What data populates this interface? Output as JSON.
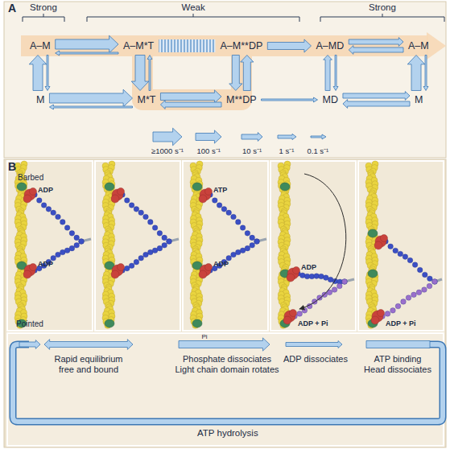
{
  "diagram": {
    "nodes": [
      {
        "text": [
          "A–M"
        ]
      },
      {
        "text": [
          "A–M*T"
        ]
      },
      {
        "text": [
          "A–M**DP"
        ]
      },
      {
        "text": [
          "A–MD"
        ]
      },
      {
        "text": [
          "A–M"
        ]
      },
      {
        "text": [
          "M"
        ]
      },
      {
        "text": [
          "M*T"
        ]
      },
      {
        "text": [
          "M**DP"
        ]
      },
      {
        "text": [
          "MD"
        ]
      },
      {
        "text": [
          "M"
        ]
      }
    ],
    "edges": [
      {
        "from": 0,
        "to": 1,
        "arrow": "to"
      },
      {
        "from": 1,
        "to": 0,
        "arrow": "to"
      },
      {
        "from": 1,
        "to": 2,
        "arrow": "none"
      },
      {
        "from": 2,
        "to": 3,
        "arrow": "to"
      },
      {
        "from": 3,
        "to": 4,
        "arrow": "to"
      },
      {
        "from": 4,
        "to": 3,
        "arrow": "to"
      },
      {
        "from": 5,
        "to": 0,
        "arrow": "to"
      },
      {
        "from": 0,
        "to": 5,
        "arrow": "to"
      },
      {
        "from": 1,
        "to": 6,
        "arrow": "to"
      },
      {
        "from": 6,
        "to": 1,
        "arrow": "to"
      },
      {
        "from": 2,
        "to": 7,
        "arrow": "to"
      },
      {
        "from": 7,
        "to": 2,
        "arrow": "to"
      },
      {
        "from": 8,
        "to": 3,
        "arrow": "to"
      },
      {
        "from": 3,
        "to": 8,
        "arrow": "to"
      },
      {
        "from": 9,
        "to": 4,
        "arrow": "to"
      },
      {
        "from": 4,
        "to": 9,
        "arrow": "to"
      },
      {
        "from": 5,
        "to": 6,
        "arrow": "to"
      },
      {
        "from": 6,
        "to": 5,
        "arrow": "to"
      },
      {
        "from": 6,
        "to": 7,
        "arrow": "to"
      },
      {
        "from": 7,
        "to": 6,
        "arrow": "to"
      },
      {
        "from": 7,
        "to": 8,
        "arrow": "to"
      },
      {
        "from": 8,
        "to": 9,
        "arrow": "to"
      },
      {
        "from": 9,
        "to": 8,
        "arrow": "to"
      }
    ],
    "labels": [
      "A",
      "Strong",
      "Weak",
      "Strong",
      "B",
      "Barbed",
      "Pointed",
      "ADP",
      "ADP",
      "ATP",
      "ADP",
      "ADP",
      "ADP + Pi",
      "ADP + Pi",
      "Rapid equilibrium free and bound",
      "Pi",
      "Phosphate dissociates Light chain domain rotates",
      "ADP dissociates",
      "ATP binding Head dissociates",
      "ATP hydrolysis"
    ],
    "legend": [
      {
        "text": "≥1000 s⁻¹"
      },
      {
        "text": "100 s⁻¹"
      },
      {
        "text": "10 s⁻¹"
      },
      {
        "text": "1 s⁻¹"
      },
      {
        "text": "0.1 s⁻¹"
      }
    ]
  }
}
